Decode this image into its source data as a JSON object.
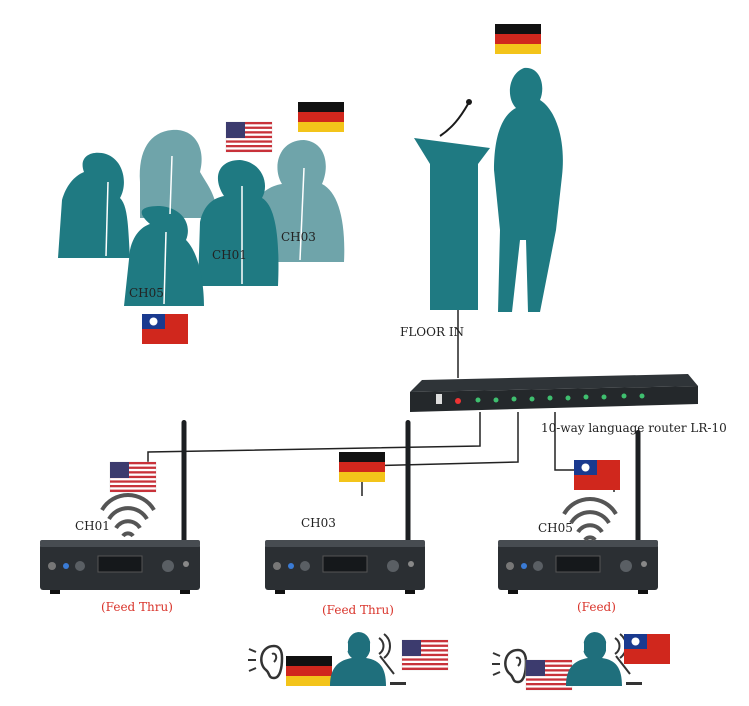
{
  "labels": {
    "floor_in": "FLOOR IN",
    "router": "10-way language router LR-10",
    "ch01_audience": "CH01",
    "ch03_audience": "CH03",
    "ch05_audience": "CH05",
    "ch01_tx": "CH01",
    "ch03_tx": "CH03",
    "ch05_tx": "CH05",
    "tx1_mode": "(Feed Thru)",
    "tx2_mode": "(Feed Thru)",
    "tx3_mode": "(Feed)"
  },
  "colors": {
    "teal": "#1f7a82",
    "teal_light": "#6fa4aa",
    "device_dark": "#2b2f33",
    "mode_red": "#d9342b"
  },
  "icons": {
    "flags": [
      "germany-flag-icon",
      "usa-flag-icon",
      "taiwan-flag-icon"
    ],
    "wireless": "wireless-waves-icon",
    "ear": "ear-icon",
    "interpreter": "interpreter-headset-icon"
  }
}
